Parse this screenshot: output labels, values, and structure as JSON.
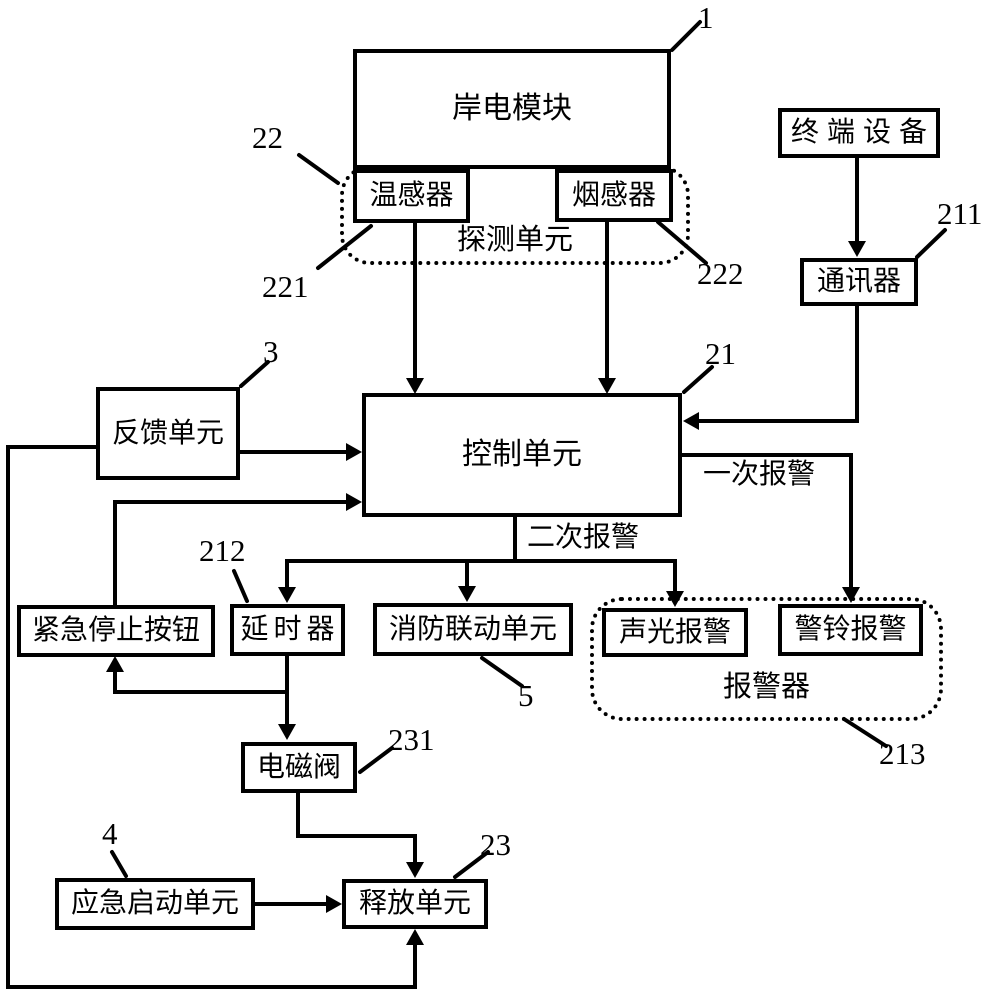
{
  "colors": {
    "ink": "#000000",
    "background": "#ffffff"
  },
  "boxes": {
    "shore_power": "岸电模块",
    "temp_sensor": "温感器",
    "smoke_sensor": "烟感器",
    "terminal_device": "终端设备",
    "communicator": "通讯器",
    "feedback_unit": "反馈单元",
    "control_unit": "控制单元",
    "emergency_stop_button": "紧急停止按钮",
    "delay_timer": "延时器",
    "fire_linkage_unit": "消防联动单元",
    "sound_light_alarm": "声光报警",
    "bell_alarm": "警铃报警",
    "solenoid_valve": "电磁阀",
    "emergency_start_unit": "应急启动单元",
    "release_unit": "释放单元"
  },
  "groups": {
    "detection_unit": "探测单元",
    "alarm_group": "报警器"
  },
  "line_labels": {
    "first_alarm": "一次报警",
    "second_alarm": "二次报警"
  },
  "ref_numbers": {
    "shore_power": "1",
    "detection_unit": "22",
    "temp_sensor": "221",
    "smoke_sensor": "222",
    "communicator": "211",
    "control_unit": "21",
    "feedback_unit": "3",
    "delay_timer": "212",
    "fire_linkage_unit": "5",
    "alarm_group": "213",
    "solenoid_valve": "231",
    "emergency_start_unit": "4",
    "release_unit": "23"
  }
}
